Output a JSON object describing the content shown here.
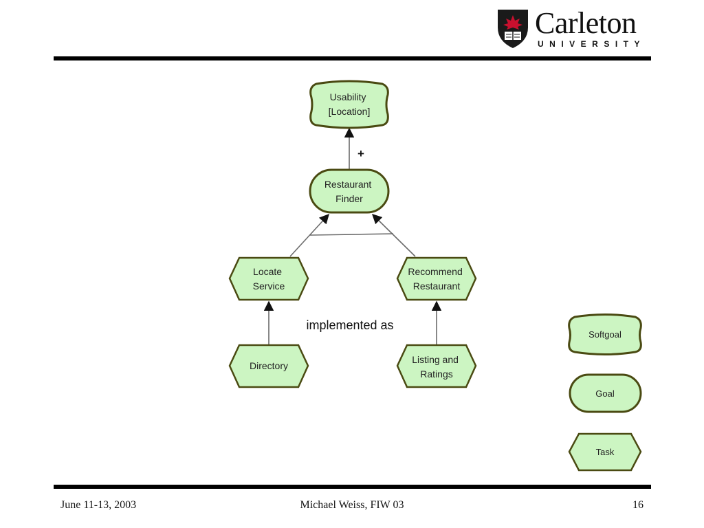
{
  "header": {
    "logo_name": "Carleton",
    "logo_sub": "UNIVERSITY"
  },
  "diagram": {
    "nodes": {
      "usability": {
        "kind": "softgoal",
        "lines": [
          "Usability",
          "[Location]"
        ]
      },
      "restaurant_finder": {
        "kind": "goal",
        "lines": [
          "Restaurant",
          "Finder"
        ]
      },
      "locate_service": {
        "kind": "task",
        "lines": [
          "Locate",
          "Service"
        ]
      },
      "recommend_restaurant": {
        "kind": "task",
        "lines": [
          "Recommend",
          "Restaurant"
        ]
      },
      "directory": {
        "kind": "task",
        "lines": [
          "Directory"
        ]
      },
      "listing_ratings": {
        "kind": "task",
        "lines": [
          "Listing and",
          "Ratings"
        ]
      }
    },
    "contribution_label": "+",
    "annotation": "implemented as"
  },
  "legend": {
    "softgoal": "Softgoal",
    "goal": "Goal",
    "task": "Task"
  },
  "footer": {
    "date": "June 11-13, 2003",
    "author": "Michael Weiss, FIW 03",
    "page": "16"
  },
  "colors": {
    "node_fill": "#ccf5c2",
    "node_stroke": "#4a4a12",
    "edge": "#6b6b6b"
  }
}
